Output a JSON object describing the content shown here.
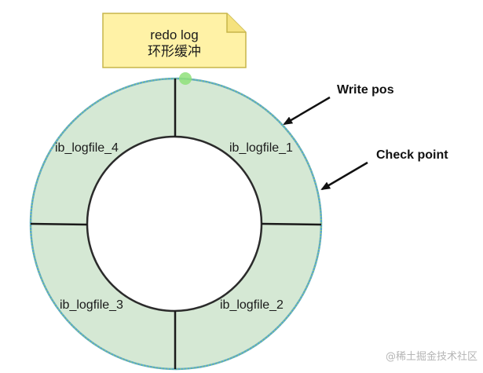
{
  "note": {
    "line1": "redo log",
    "line2": "环形缓冲"
  },
  "files": [
    {
      "label": "ib_logfile_1"
    },
    {
      "label": "ib_logfile_2"
    },
    {
      "label": "ib_logfile_3"
    },
    {
      "label": "ib_logfile_4"
    }
  ],
  "annotations": {
    "write_pos": "Write pos",
    "check_point": "Check point"
  },
  "watermark": "@稀土掘金技术社区",
  "colors": {
    "ring_fill": "#d5e8d4",
    "ring_border": "#5aa8c8",
    "ring_border_dots": "#9ccf6a",
    "inner_border": "#2b2b2b",
    "note_fill": "#fff2a6",
    "note_border": "#c7b54a",
    "marker": "#8fe07a"
  },
  "icons": [
    "arrow-icon",
    "arrow-icon",
    "note-fold-icon",
    "position-marker-icon"
  ]
}
